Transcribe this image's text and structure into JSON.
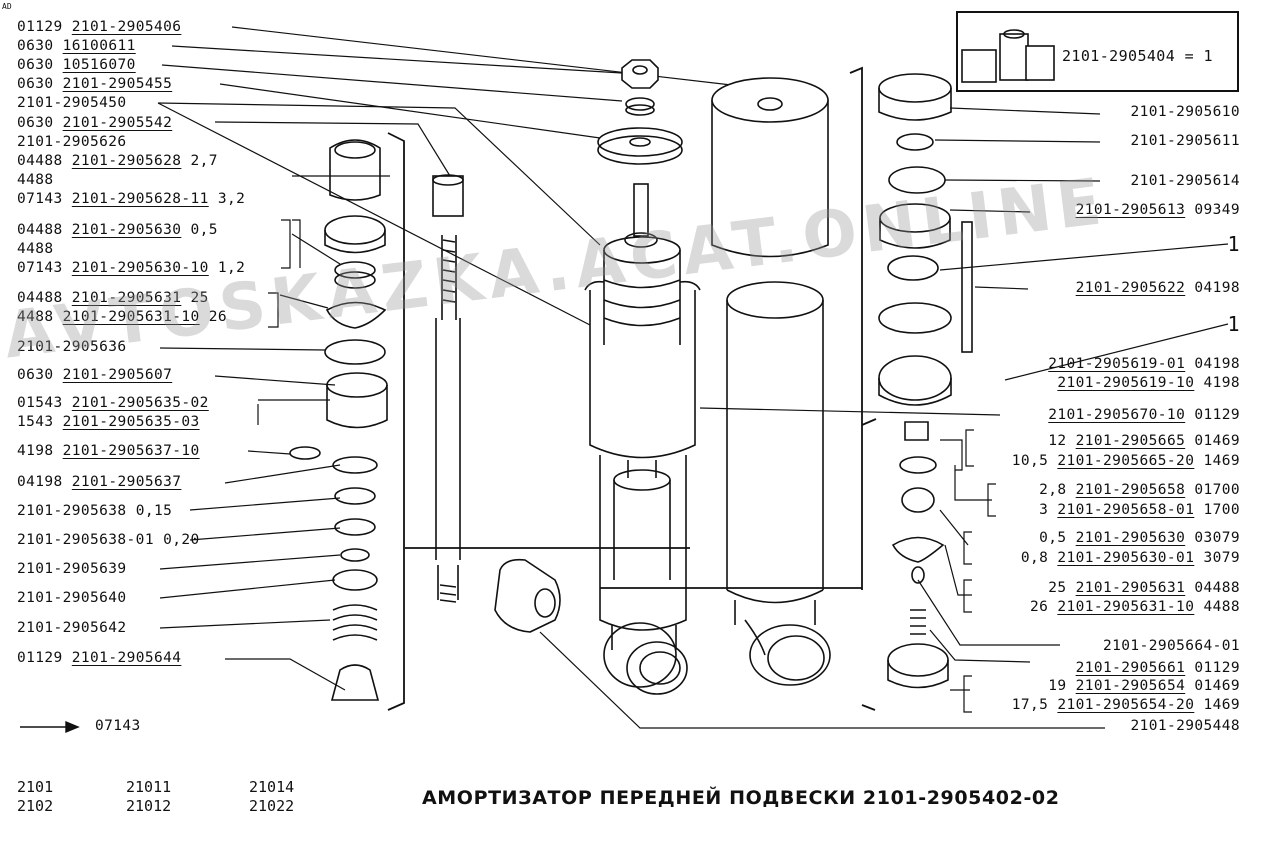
{
  "corner_mark": "AD",
  "title": "АМОРТИЗАТОР ПЕРЕДНЕЙ ПОДВЕСКИ 2101-2905402-02",
  "watermark": "AVTOSKAZKA.ACAT.ONLINE",
  "models": [
    "2101",
    "21011",
    "21014",
    "2102",
    "21012",
    "21022"
  ],
  "arrow_label": "07143",
  "inset": {
    "part": "2101-2905404",
    "qty": "1"
  },
  "left_labels": [
    {
      "code": "01129",
      "part": "2101-2905406",
      "extra": ""
    },
    {
      "code": "0630",
      "part": "16100611",
      "extra": ""
    },
    {
      "code": "0630",
      "part": "10516070",
      "extra": ""
    },
    {
      "code": "0630",
      "part": "2101-2905455",
      "extra": ""
    },
    {
      "code": "",
      "part": "2101-2905450",
      "extra": ""
    },
    {
      "code": "0630",
      "part": "2101-2905542",
      "extra": ""
    },
    {
      "code": "",
      "part": "2101-2905626",
      "extra": ""
    },
    {
      "code": "04488",
      "part": "2101-2905628",
      "extra": "2,7"
    },
    {
      "code": "4488",
      "part": "",
      "extra": ""
    },
    {
      "code": "07143",
      "part": "2101-2905628-11",
      "extra": "3,2"
    },
    {
      "code": "04488",
      "part": "2101-2905630",
      "extra": "0,5"
    },
    {
      "code": "4488",
      "part": "",
      "extra": ""
    },
    {
      "code": "07143",
      "part": "2101-2905630-10",
      "extra": "1,2"
    },
    {
      "code": "04488",
      "part": "2101-2905631",
      "extra": "25"
    },
    {
      "code": "4488",
      "part": "2101-2905631-10",
      "extra": "26"
    },
    {
      "code": "",
      "part": "2101-2905636",
      "extra": ""
    },
    {
      "code": "0630",
      "part": "2101-2905607",
      "extra": ""
    },
    {
      "code": "01543",
      "part": "2101-2905635-02",
      "extra": ""
    },
    {
      "code": "1543",
      "part": "2101-2905635-03",
      "extra": ""
    },
    {
      "code": "4198",
      "part": "2101-2905637-10",
      "extra": ""
    },
    {
      "code": "04198",
      "part": "2101-2905637",
      "extra": ""
    },
    {
      "code": "",
      "part": "2101-2905638",
      "extra": "0,15"
    },
    {
      "code": "",
      "part": "2101-2905638-01",
      "extra": "0,20"
    },
    {
      "code": "",
      "part": "2101-2905639",
      "extra": ""
    },
    {
      "code": "",
      "part": "2101-2905640",
      "extra": ""
    },
    {
      "code": "",
      "part": "2101-2905642",
      "extra": ""
    },
    {
      "code": "01129",
      "part": "2101-2905644",
      "extra": ""
    }
  ],
  "right_labels": [
    {
      "pre": "",
      "part": "2101-2905610",
      "code": ""
    },
    {
      "pre": "",
      "part": "2101-2905611",
      "code": ""
    },
    {
      "pre": "",
      "part": "2101-2905614",
      "code": ""
    },
    {
      "pre": "",
      "part": "2101-2905613",
      "code": "09349"
    },
    {
      "pre": "",
      "part": "",
      "code": "1"
    },
    {
      "pre": "",
      "part": "2101-2905622",
      "code": "04198"
    },
    {
      "pre": "",
      "part": "",
      "code": "1"
    },
    {
      "pre": "",
      "part": "2101-2905619-01",
      "code": "04198"
    },
    {
      "pre": "",
      "part": "2101-2905619-10",
      "code": "4198"
    },
    {
      "pre": "",
      "part": "2101-2905670-10",
      "code": "01129"
    },
    {
      "pre": "12",
      "part": "2101-2905665",
      "code": "01469"
    },
    {
      "pre": "10,5",
      "part": "2101-2905665-20",
      "code": "1469"
    },
    {
      "pre": "2,8",
      "part": "2101-2905658",
      "code": "01700"
    },
    {
      "pre": "3",
      "part": "2101-2905658-01",
      "code": "1700"
    },
    {
      "pre": "0,5",
      "part": "2101-2905630",
      "code": "03079"
    },
    {
      "pre": "0,8",
      "part": "2101-2905630-01",
      "code": "3079"
    },
    {
      "pre": "25",
      "part": "2101-2905631",
      "code": "04488"
    },
    {
      "pre": "26",
      "part": "2101-2905631-10",
      "code": "4488"
    },
    {
      "pre": "",
      "part": "2101-2905664-01",
      "code": ""
    },
    {
      "pre": "",
      "part": "2101-2905661",
      "code": "01129"
    },
    {
      "pre": "19",
      "part": "2101-2905654",
      "code": "01469"
    },
    {
      "pre": "17,5",
      "part": "2101-2905654-20",
      "code": "1469"
    },
    {
      "pre": "",
      "part": "2101-2905448",
      "code": ""
    }
  ]
}
